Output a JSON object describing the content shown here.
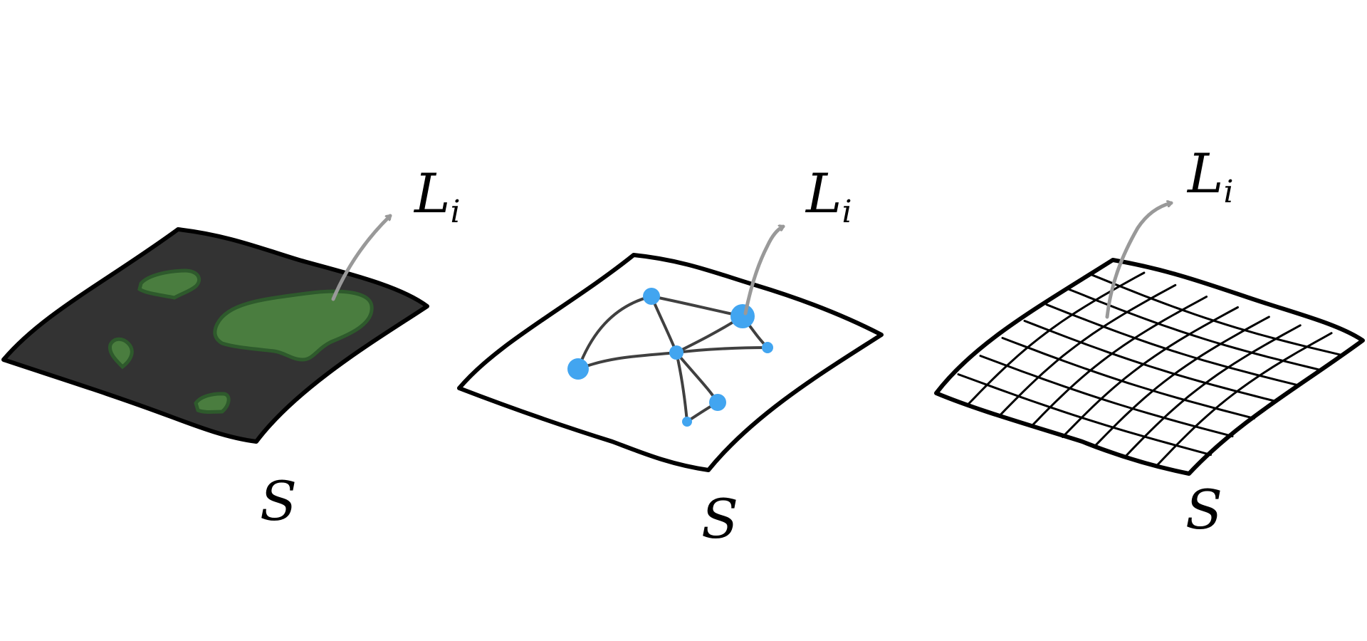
{
  "colors": {
    "background": "#ffffff",
    "outline": "#000000",
    "dark_surface": "#333333",
    "region_fill": "#4a7d3f",
    "region_edge": "#2e5a2c",
    "node": "#42a5f0",
    "edge": "#404040",
    "arrow": "#999999",
    "grid_line": "#000000"
  },
  "panels": [
    {
      "id": "regions",
      "surface_label": "S",
      "pointer_label": {
        "main": "L",
        "sub": "i"
      }
    },
    {
      "id": "graph",
      "surface_label": "S",
      "pointer_label": {
        "main": "L",
        "sub": "i"
      }
    },
    {
      "id": "grid",
      "surface_label": "S",
      "pointer_label": {
        "main": "L",
        "sub": "i"
      }
    }
  ]
}
